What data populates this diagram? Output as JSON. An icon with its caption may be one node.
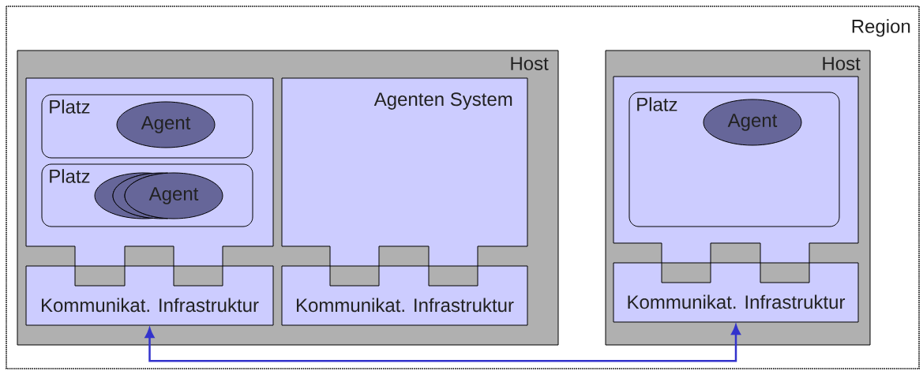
{
  "diagram": {
    "nodes": [
      {
        "text": [
          "Region"
        ]
      },
      {
        "text": [
          "Host"
        ],
        "in": 0
      },
      {
        "text": [],
        "shape": "box",
        "in": 1
      },
      {
        "text": [
          "Platz"
        ],
        "in": 2
      },
      {
        "text": [
          "Agent"
        ],
        "in": 3
      },
      {
        "text": [
          "Platz"
        ],
        "in": 2
      },
      {
        "text": [],
        "shape": "ellipse",
        "in": 5
      },
      {
        "text": [],
        "shape": "ellipse",
        "in": 5
      },
      {
        "text": [
          "Agent"
        ],
        "in": 5
      },
      {
        "text": [
          "Kommunikat. Infrastruktur"
        ],
        "in": 1
      },
      {
        "text": [
          "Agenten System"
        ],
        "in": 1
      },
      {
        "text": [
          "Kommunikat. Infrastruktur"
        ],
        "in": 1
      },
      {
        "text": [
          "Host"
        ],
        "in": 0
      },
      {
        "text": [],
        "shape": "box",
        "in": 12
      },
      {
        "text": [
          "Platz"
        ],
        "in": 13
      },
      {
        "text": [
          "Agent"
        ],
        "in": 14
      },
      {
        "text": [
          "Kommunikat. Infrastruktur"
        ],
        "in": 12
      }
    ],
    "edges": [
      {
        "from": 9,
        "to": 16,
        "arrow": "both"
      }
    ]
  }
}
